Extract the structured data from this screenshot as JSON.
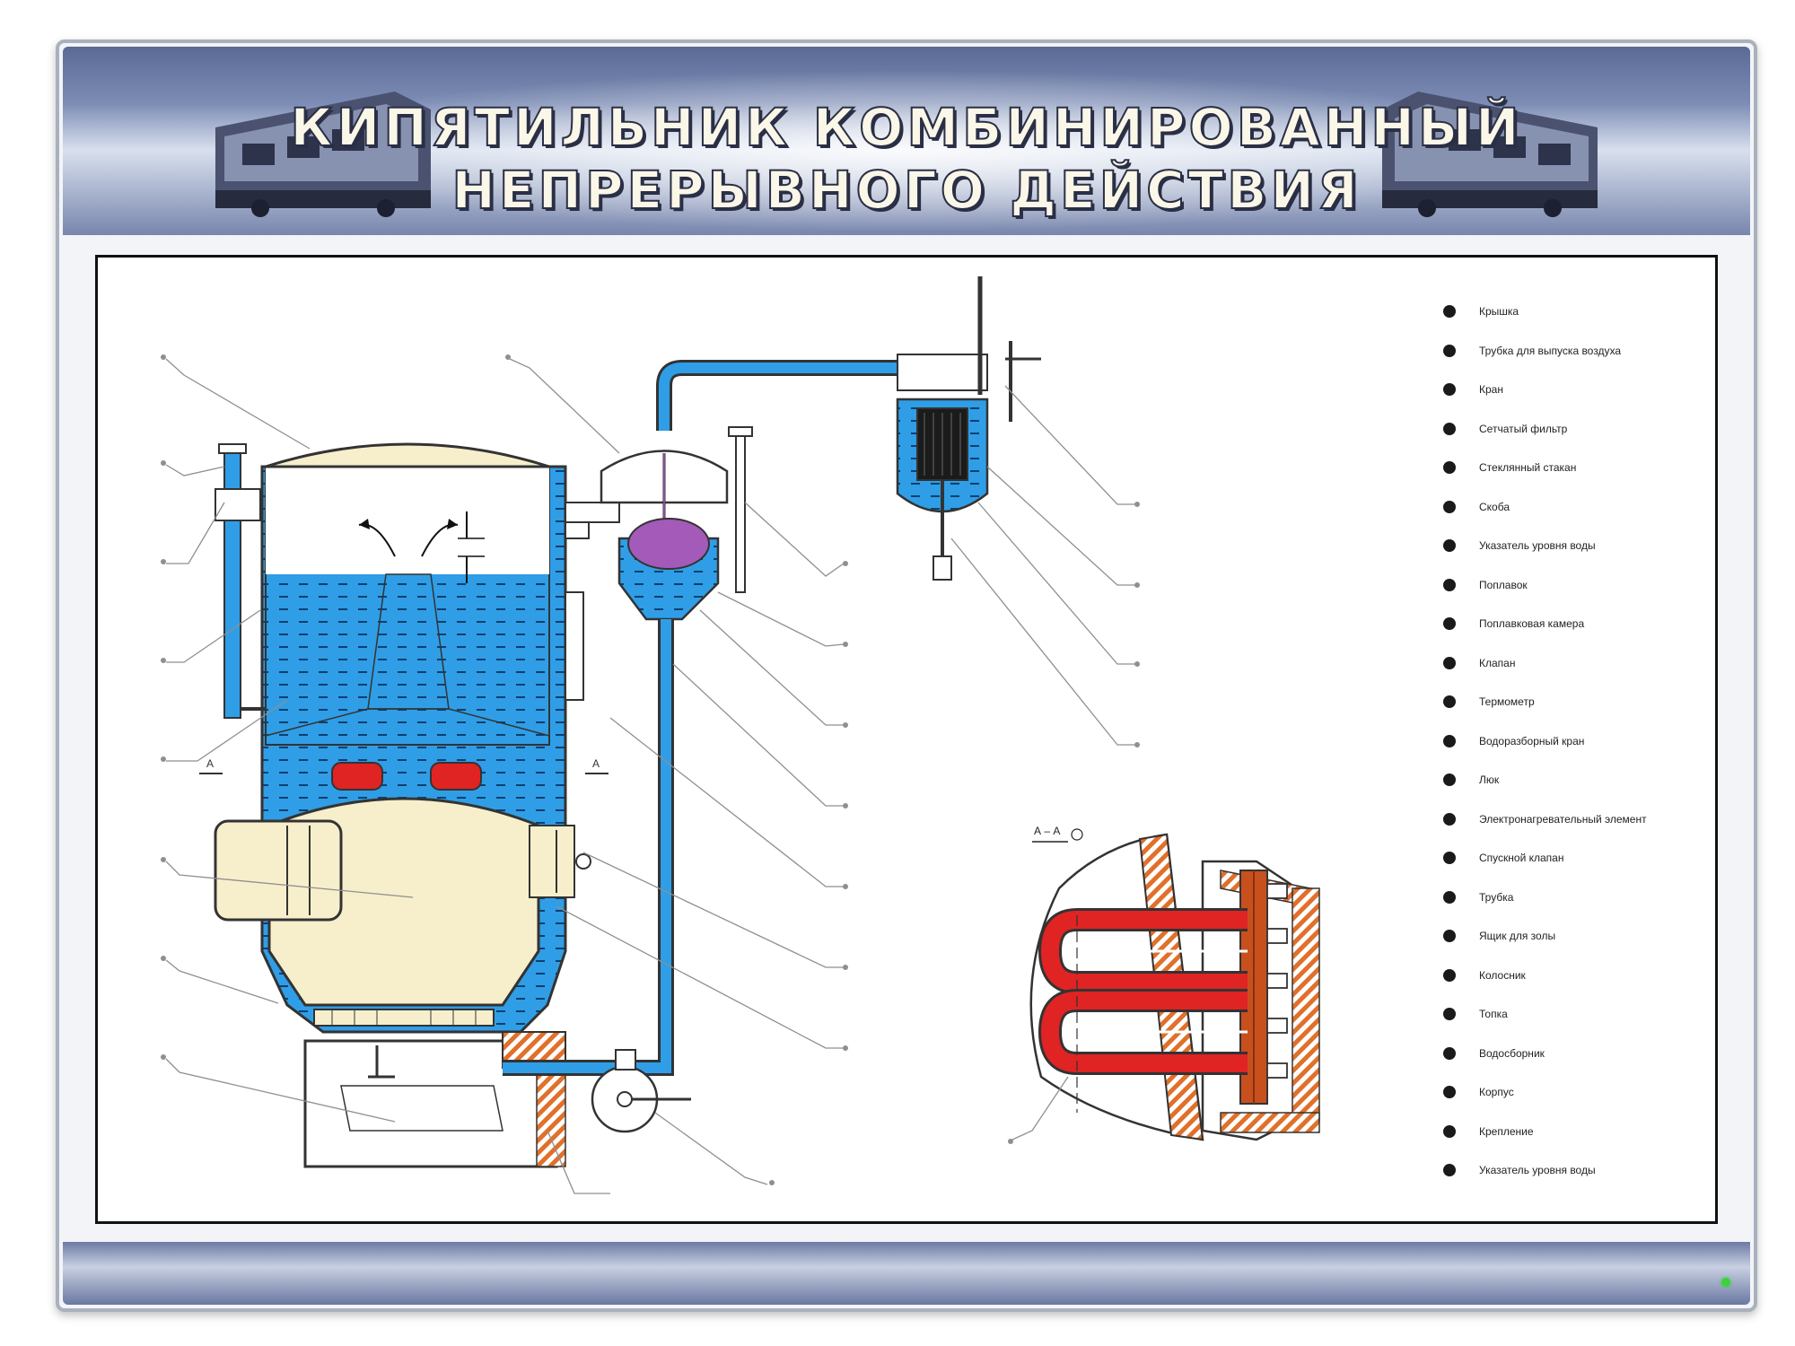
{
  "header": {
    "title_line1": "Кипятильник комбинированный",
    "title_line2": "непрерывного действия"
  },
  "diagram": {
    "section_label": "А – А",
    "cut_marks": [
      "А",
      "А"
    ]
  },
  "legend": {
    "items": [
      "Крышка",
      "Трубка для выпуска воздуха",
      "Кран",
      "Сетчатый фильтр",
      "Стеклянный стакан",
      "Скоба",
      "Указатель уровня воды",
      "Поплавок",
      "Поплавковая камера",
      "Клапан",
      "Термометр",
      "Водоразборный кран",
      "Люк",
      "Электронагревательный элемент",
      "Спускной клапан",
      "Трубка",
      "Ящик для золы",
      "Колосник",
      "Топка",
      "Водосборник",
      "Корпус",
      "Крепление",
      "Указатель уровня воды"
    ]
  },
  "colors": {
    "water": "#2f9ee6",
    "water_dark": "#1b6fb5",
    "firebox": "#f7efcc",
    "heater_red": "#e02323",
    "float_purple": "#a35ab8",
    "brick": "#e0702a"
  }
}
